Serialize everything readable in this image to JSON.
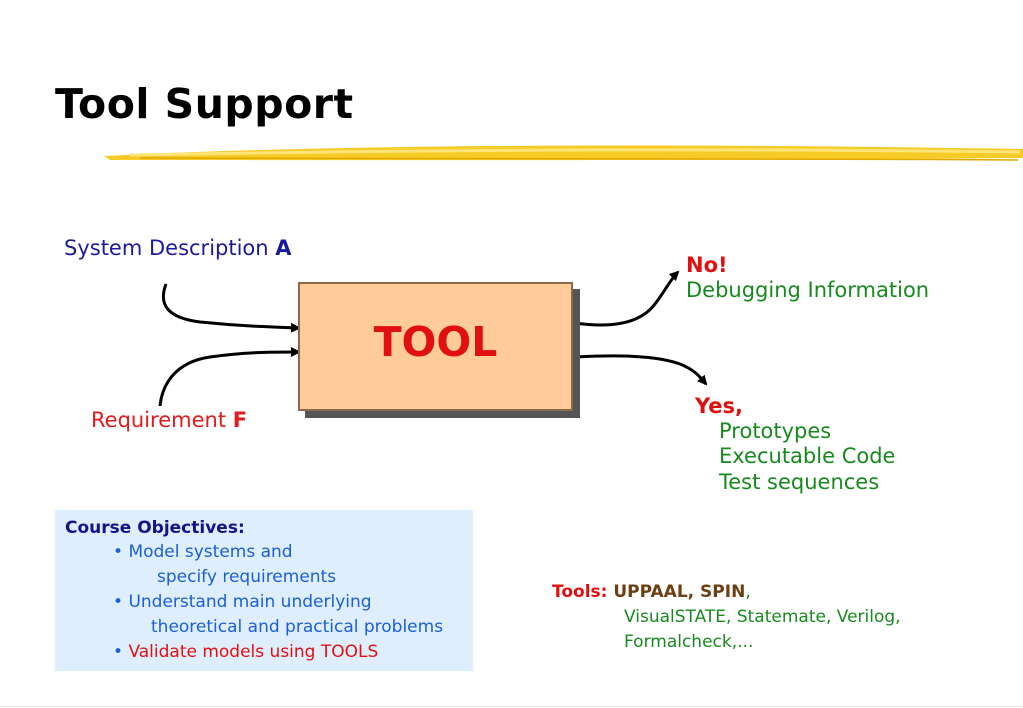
{
  "title": "Tool Support",
  "colors": {
    "accent_swash": "#f5c200",
    "tool_box_fill": "#ffcc99",
    "red": "#e01010",
    "green": "#178a1e",
    "blue": "#1a1a9c"
  },
  "diagram": {
    "system_description": {
      "text": "System Description ",
      "letter": "A"
    },
    "requirement": {
      "text": "Requirement ",
      "letter": "F"
    },
    "tool_label": "TOOL",
    "no": {
      "title": "No!",
      "detail": "Debugging Information"
    },
    "yes": {
      "title": "Yes",
      "comma": ",",
      "items": [
        "Prototypes",
        "Executable Code",
        "Test sequences"
      ]
    }
  },
  "objectives": {
    "heading": "Course Objectives:",
    "items": [
      {
        "bullet": "•",
        "line1": "Model systems and",
        "line2": "specify requirements"
      },
      {
        "bullet": "•",
        "line1": "Understand main underlying",
        "line2": "theoretical and practical problems"
      },
      {
        "bullet": "•",
        "line1": "Validate models using TOOLS",
        "line2": ""
      }
    ]
  },
  "tools": {
    "label": "Tools: ",
    "main": "UPPAAL, SPIN",
    "comma": ",",
    "line2": "VisualSTATE, Statemate, Verilog,",
    "line3": "Formalcheck,..."
  }
}
